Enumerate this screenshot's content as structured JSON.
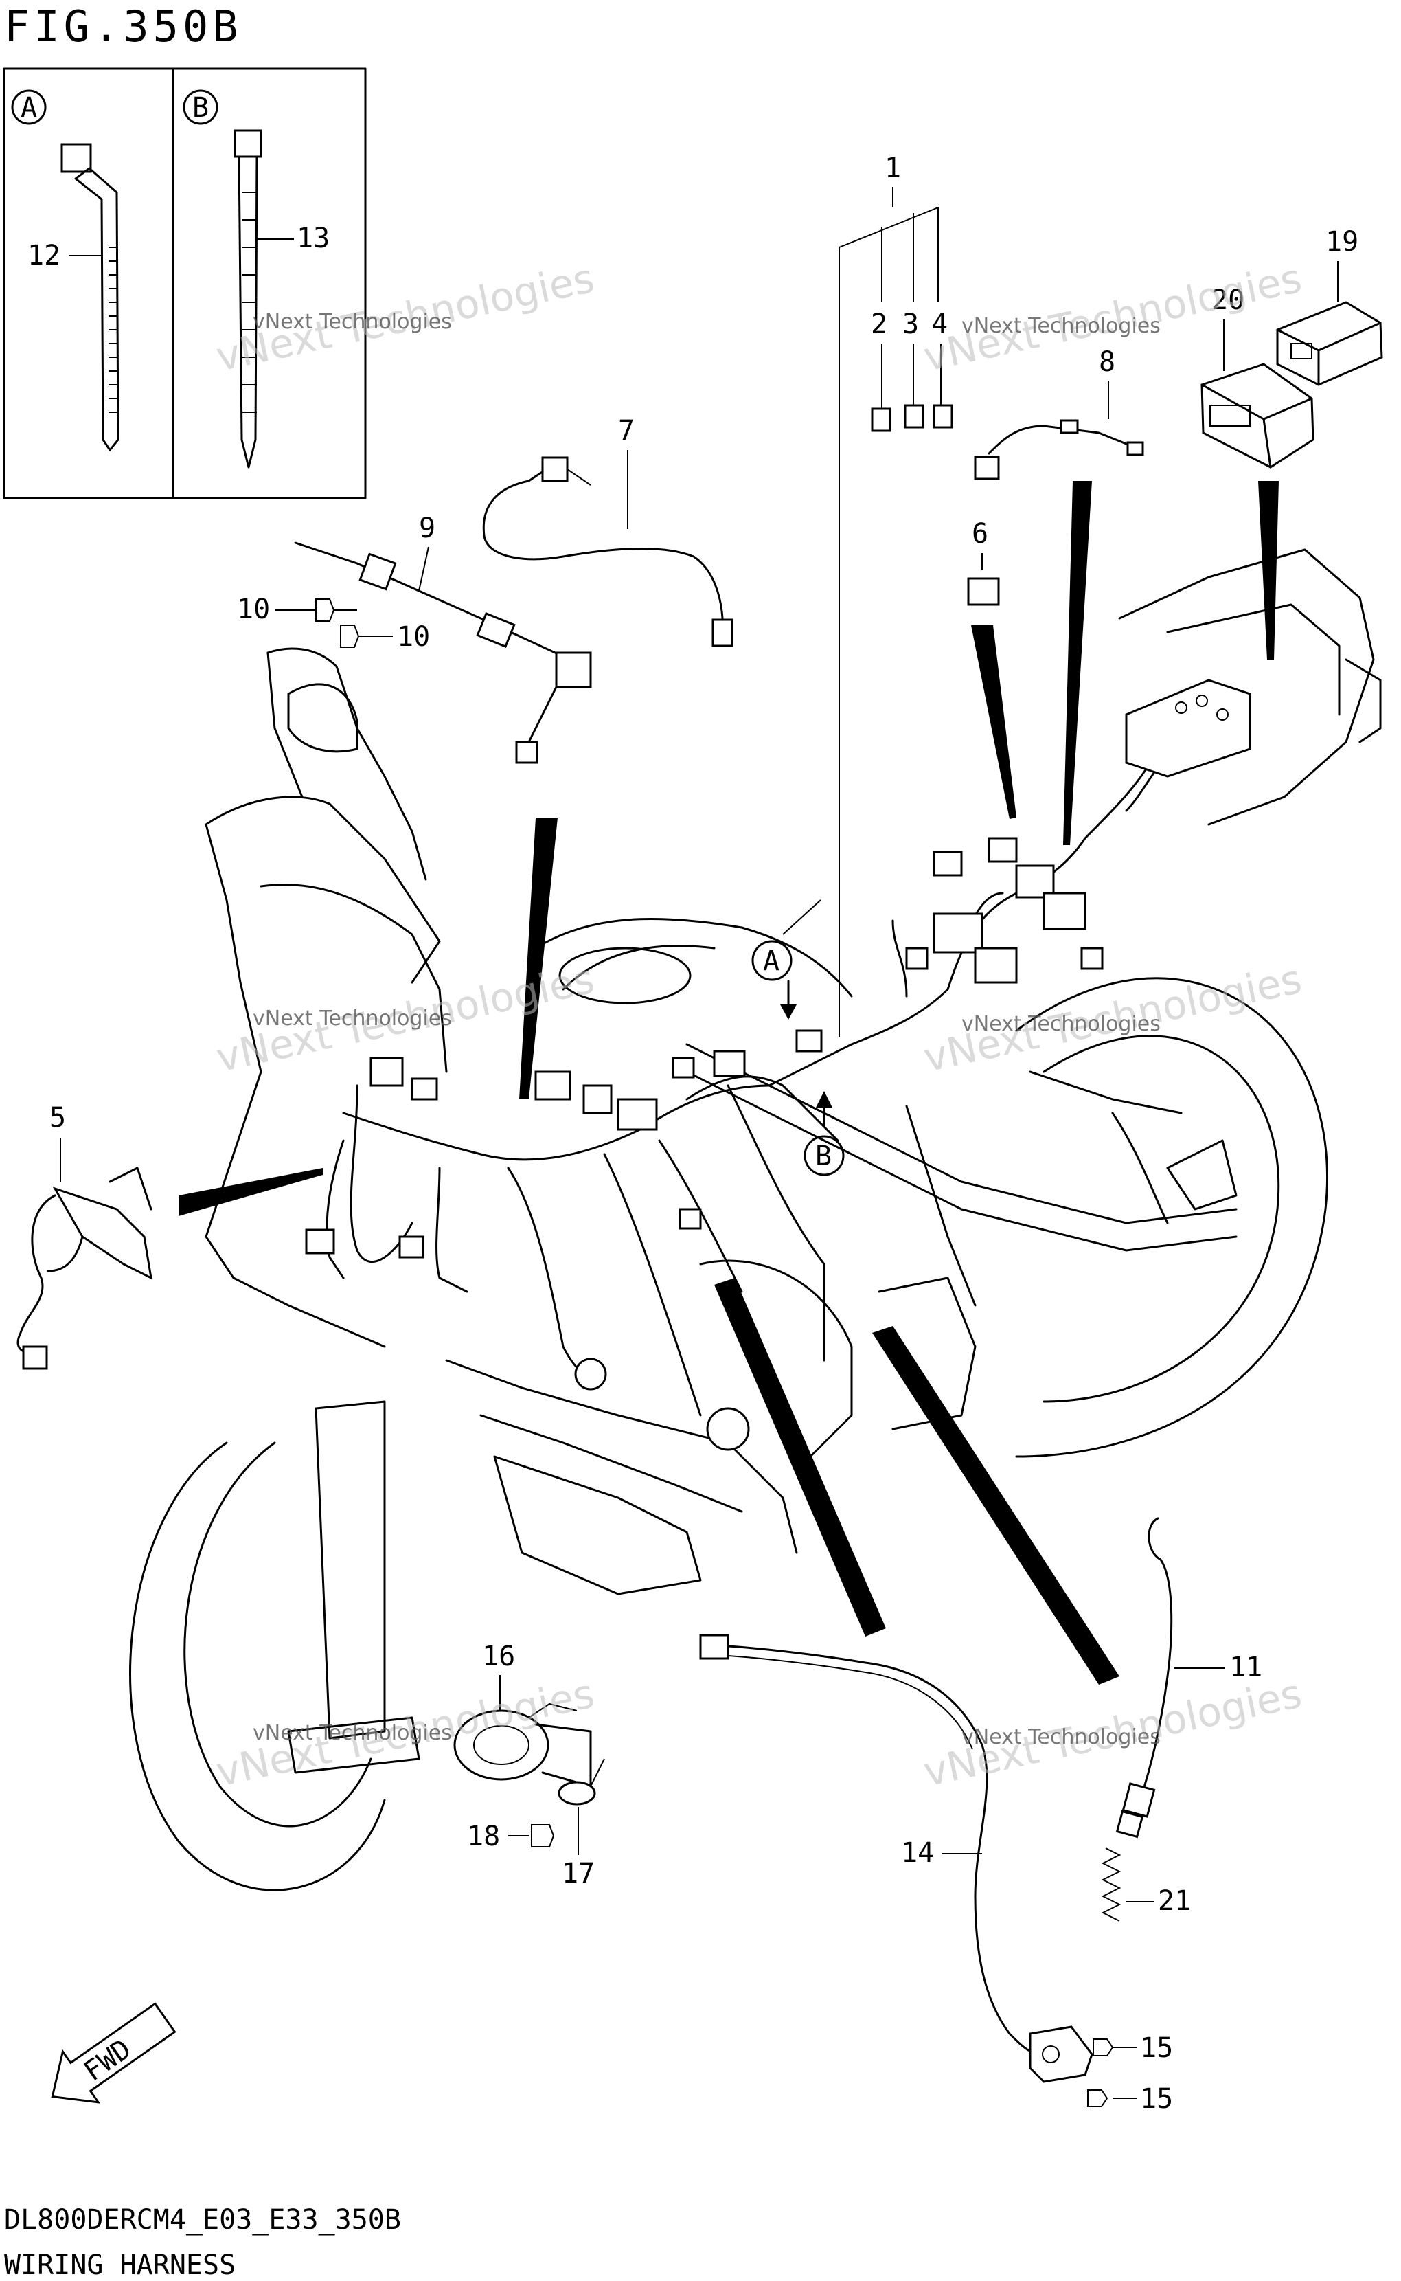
{
  "figure": {
    "title": "FIG.350B"
  },
  "inset": {
    "a_letter": "A",
    "b_letter": "B",
    "a_part": "12",
    "b_part": "13"
  },
  "callouts": {
    "p1": "1",
    "p2": "2",
    "p3": "3",
    "p4": "4",
    "p5": "5",
    "p6": "6",
    "p7": "7",
    "p8": "8",
    "p9": "9",
    "p10a": "10",
    "p10b": "10",
    "p11": "11",
    "p14": "14",
    "p15a": "15",
    "p15b": "15",
    "p16": "16",
    "p17": "17",
    "p18": "18",
    "p19": "19",
    "p20": "20",
    "p21": "21"
  },
  "markers": {
    "a": "A",
    "b": "B"
  },
  "fwd": "FWD",
  "watermark": {
    "brand": "vNext Technologies"
  },
  "footer": {
    "code": "DL800DERCM4_E03_E33_350B",
    "name": "WIRING HARNESS"
  },
  "colors": {
    "ink": "#000000",
    "paper": "#ffffff",
    "watermark": "#bdbdbd"
  }
}
